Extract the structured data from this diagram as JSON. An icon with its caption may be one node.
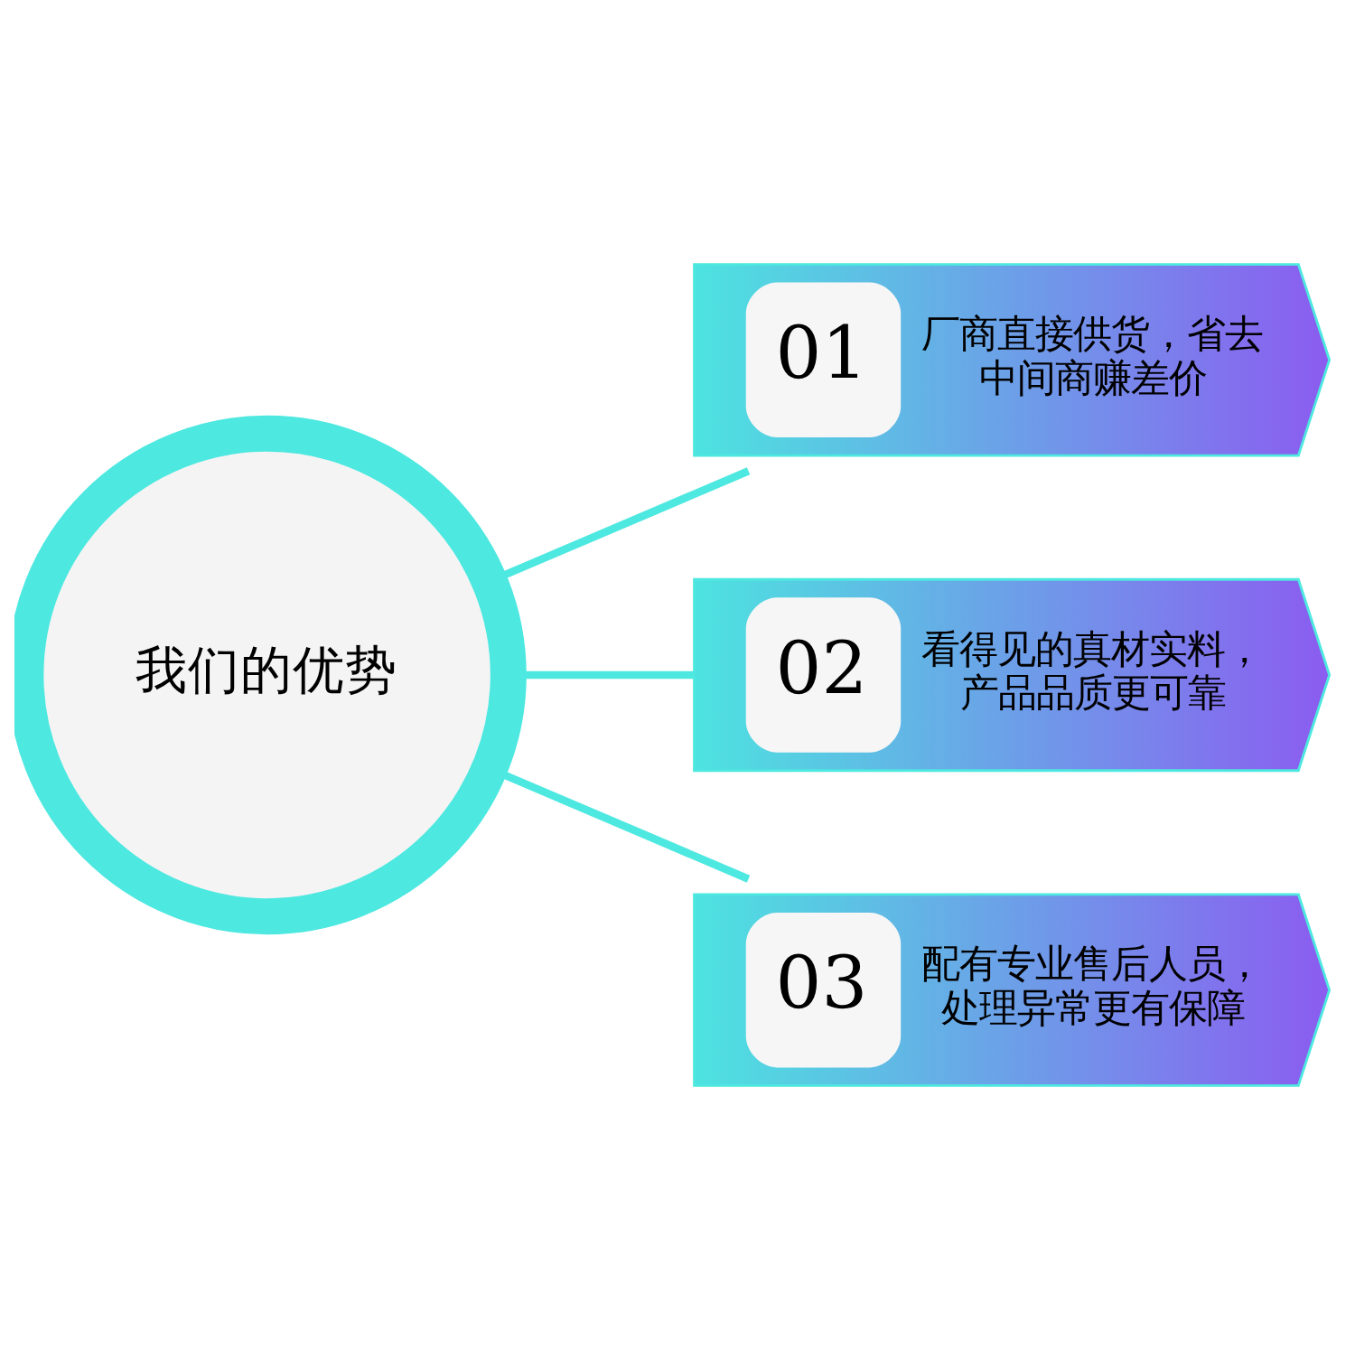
{
  "diagram": {
    "nodes": [
      {
        "text": [
          "我们的优势"
        ]
      },
      {
        "text": [
          "01",
          "厂商直接供货，省去中间商赚差价"
        ]
      },
      {
        "text": [
          "02",
          "看得见的真材实料，产品品质更可靠"
        ]
      },
      {
        "text": [
          "03",
          "配有专业售后人员，处理异常更有保障"
        ]
      }
    ],
    "edges": [
      {
        "from": 0,
        "to": 1,
        "arrow": "none"
      },
      {
        "from": 0,
        "to": 2,
        "arrow": "none"
      },
      {
        "from": 0,
        "to": 3,
        "arrow": "none"
      }
    ]
  }
}
